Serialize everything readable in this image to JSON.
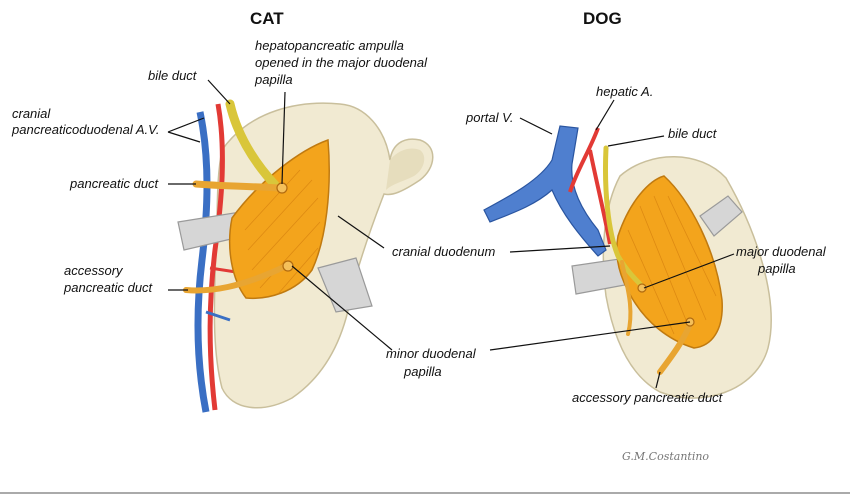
{
  "titles": {
    "cat": "CAT",
    "dog": "DOG"
  },
  "cat_labels": {
    "bile_duct": "bile duct",
    "ampulla_1": "hepatopancreatic ampulla",
    "ampulla_2": "opened in the major duodenal",
    "ampulla_3": "papilla",
    "cranial_pd_1": "cranial",
    "cranial_pd_2": "pancreaticoduodenal A.V.",
    "pancreatic_duct": "pancreatic duct",
    "accessory_1": "accessory",
    "accessory_2": "pancreatic duct"
  },
  "shared_labels": {
    "cranial_duodenum": "cranial duodenum",
    "minor_papilla_1": "minor duodenal",
    "minor_papilla_2": "papilla"
  },
  "dog_labels": {
    "portal_v": "portal V.",
    "hepatic_a": "hepatic A.",
    "bile_duct": "bile duct",
    "major_papilla_1": "major duodenal",
    "major_papilla_2": "papilla",
    "accessory": "accessory pancreatic duct"
  },
  "signature": "G.M.Costantino",
  "colors": {
    "duodenum": "#f1ead2",
    "pancreas": "#f3a41c",
    "duct": "#e8a532",
    "bile": "#d9c63a",
    "artery": "#e23a35",
    "vein": "#3a6fc4",
    "retractor": "#d6d6d6"
  }
}
